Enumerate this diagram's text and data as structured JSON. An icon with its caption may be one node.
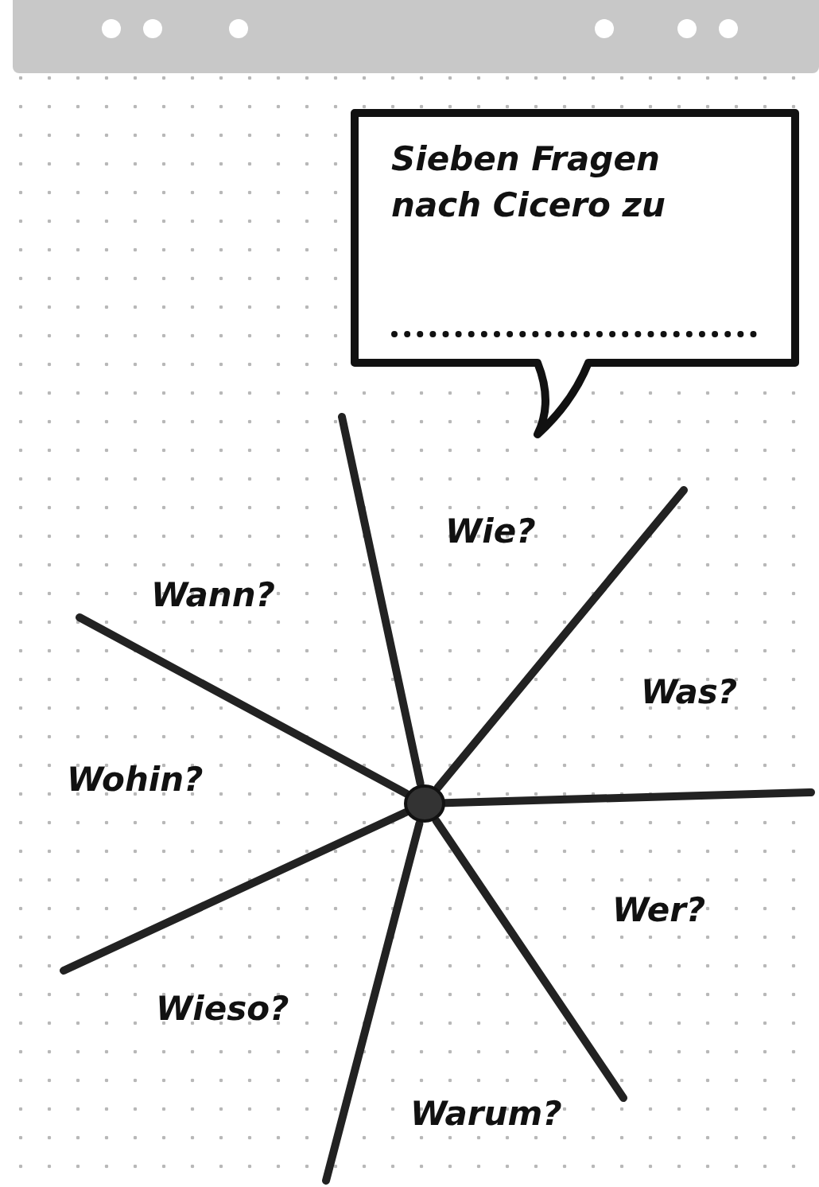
{
  "diagram": {
    "nodes": [
      {
        "text": [
          "Sieben Fragen nach Cicero zu"
        ]
      },
      {
        "text": [],
        "shape": "circle"
      }
    ],
    "edges": [
      {
        "from": 1,
        "to": null,
        "arrow": "none"
      },
      {
        "from": 1,
        "to": null,
        "arrow": "none"
      },
      {
        "from": 1,
        "to": null,
        "arrow": "none"
      },
      {
        "from": 1,
        "to": null,
        "arrow": "none"
      },
      {
        "from": 1,
        "to": null,
        "arrow": "none"
      },
      {
        "from": 1,
        "to": null,
        "arrow": "none"
      },
      {
        "from": 1,
        "to": null,
        "arrow": "none"
      }
    ],
    "labels": [
      "Wie?",
      "Wann?",
      "Was?",
      "Wohin?",
      "Wer?",
      "Wieso?",
      "Warum?"
    ]
  }
}
